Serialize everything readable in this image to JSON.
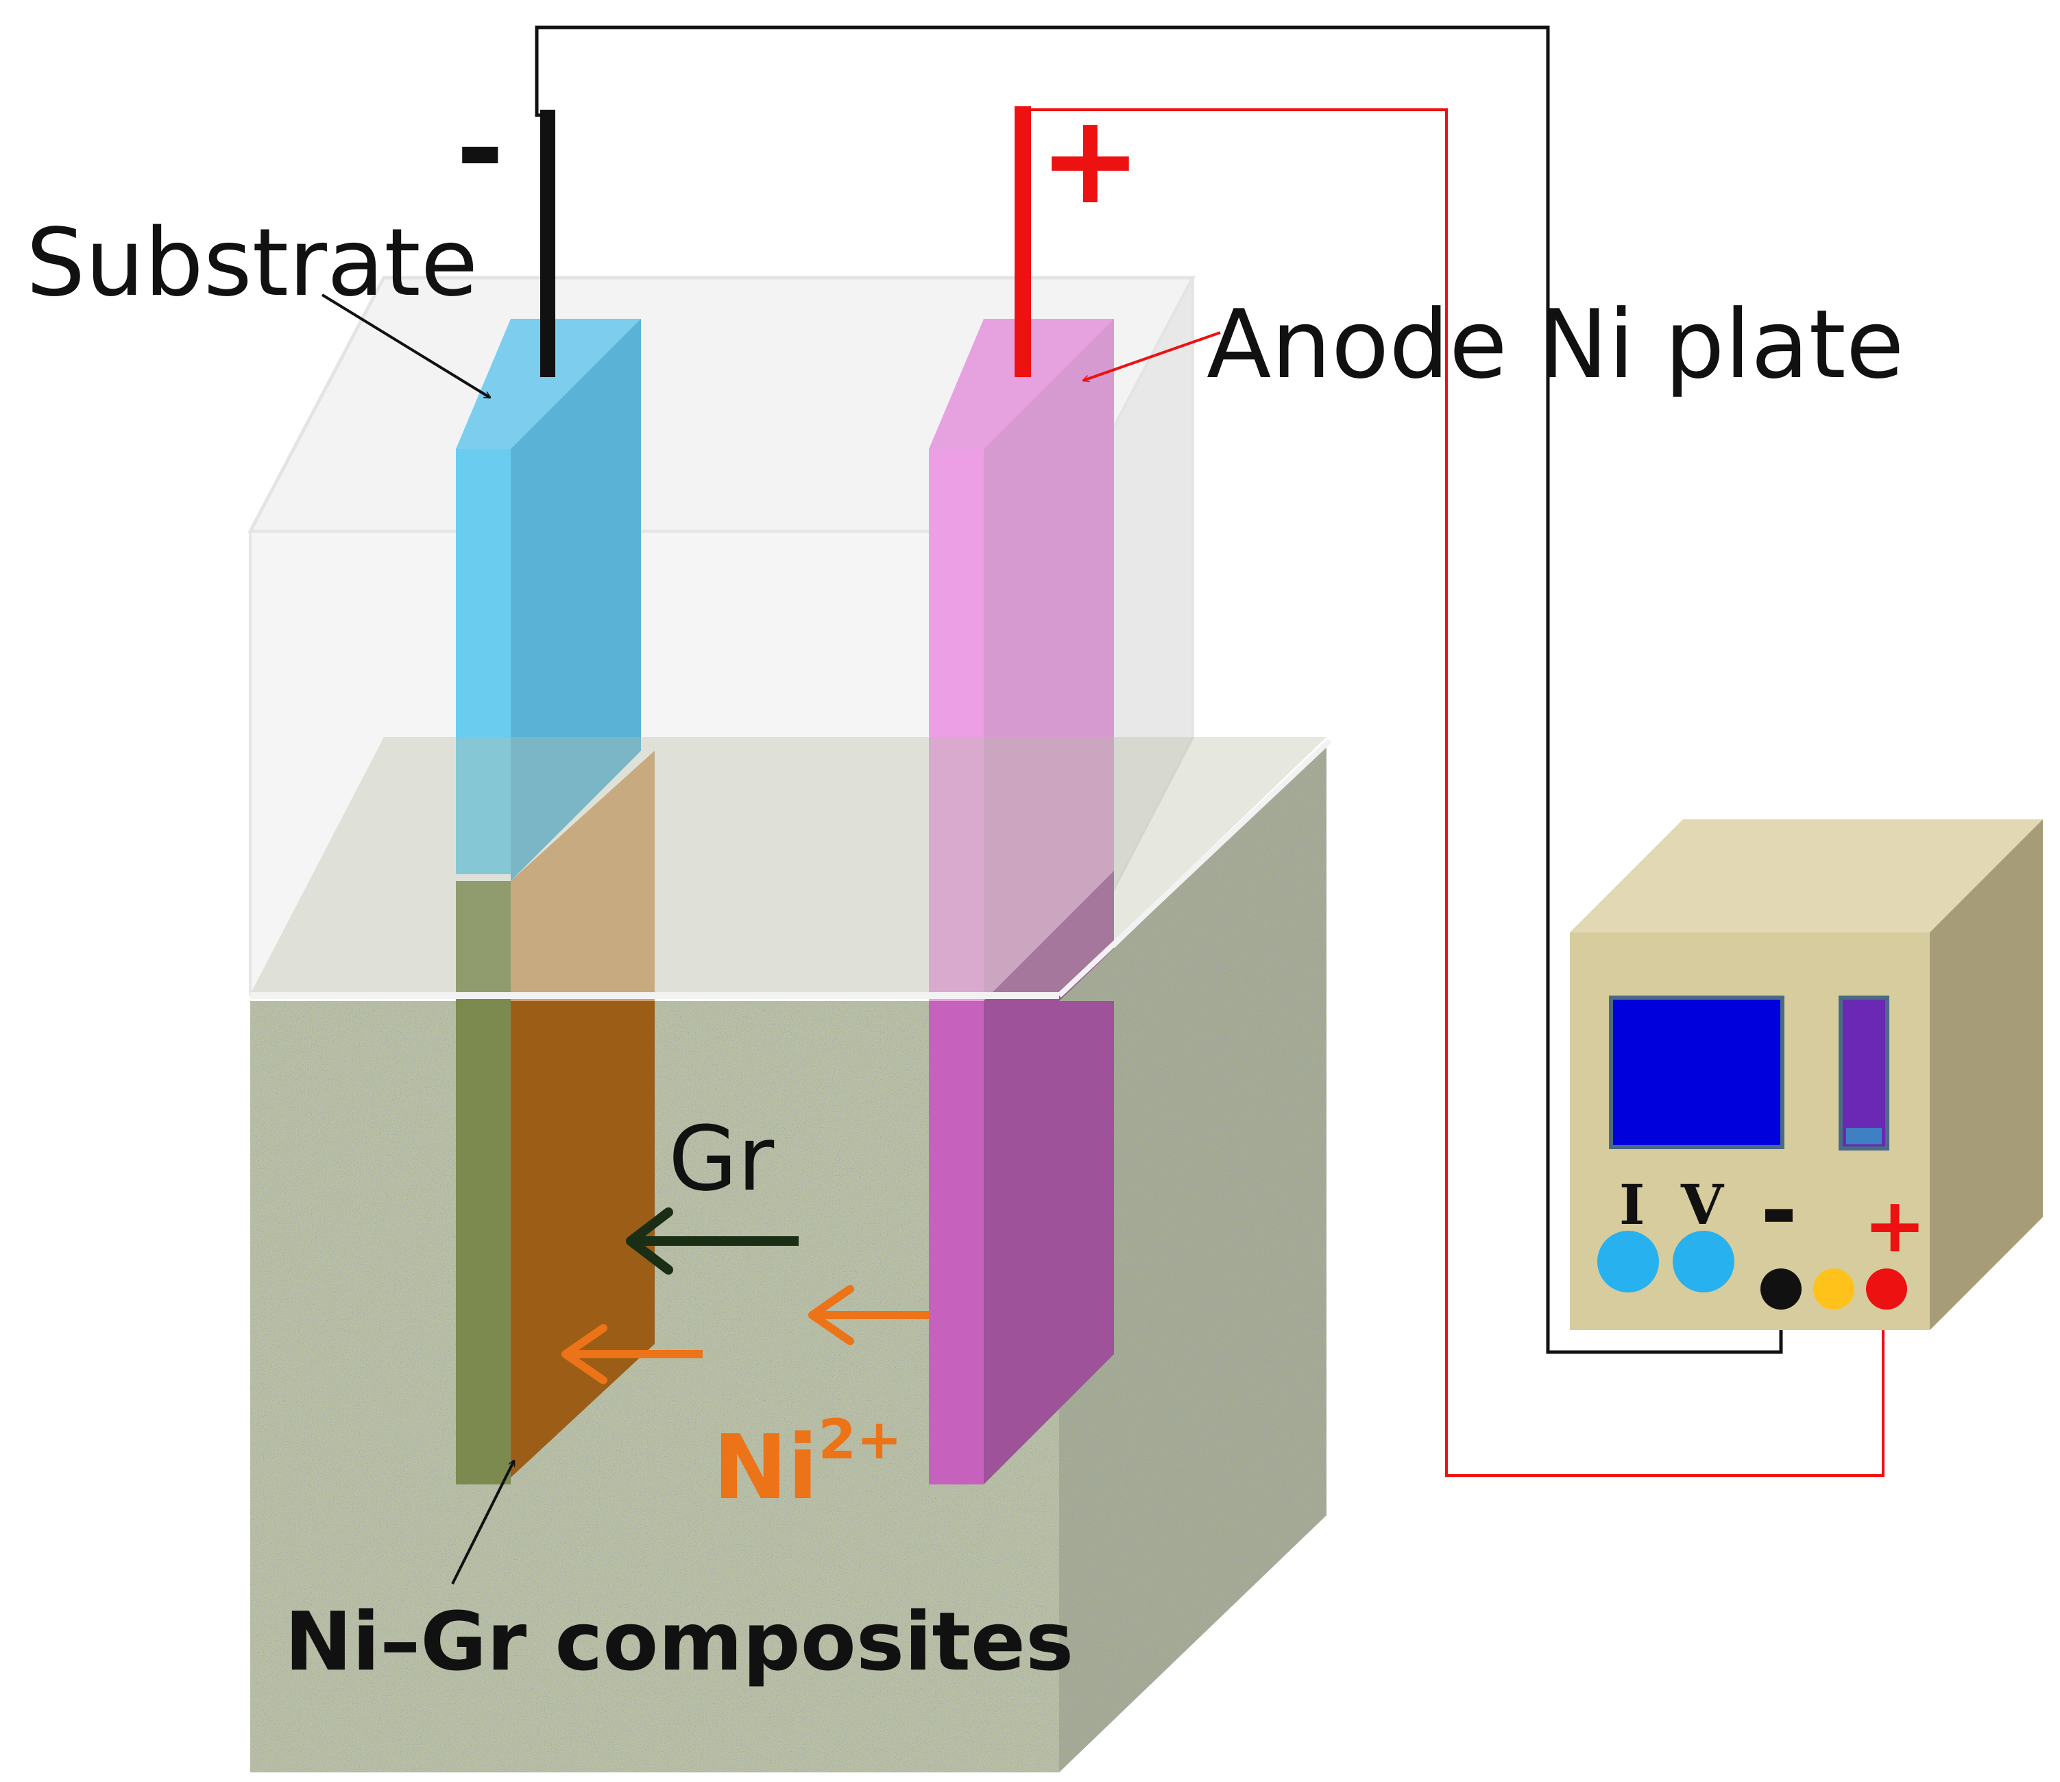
{
  "labels": {
    "substrate": "Substrate",
    "anode": "Anode Ni plate",
    "composites": "Ni–Gr composites",
    "gr": "Gr",
    "ni_base": "Ni",
    "ni_charge": "2+",
    "cathode_sign": "-",
    "anode_sign": "+"
  },
  "power_supply": {
    "current_label": "I",
    "voltage_label": "V",
    "neg_terminal": "-",
    "pos_terminal": "+"
  },
  "colors": {
    "cathode_wire": "#111111",
    "anode_wire": "#ee1111",
    "substrate": "#5bc6ea",
    "composite": "#a86414",
    "anode_plate": "#d36cc6",
    "electrolyte": "#b9bea2",
    "ion_arrow": "#ec7317",
    "gr_arrow": "#1a2e16",
    "ps_body": "#d6cc9e",
    "ps_screen": "#0000dd",
    "ps_knob": "#27b1ef"
  }
}
